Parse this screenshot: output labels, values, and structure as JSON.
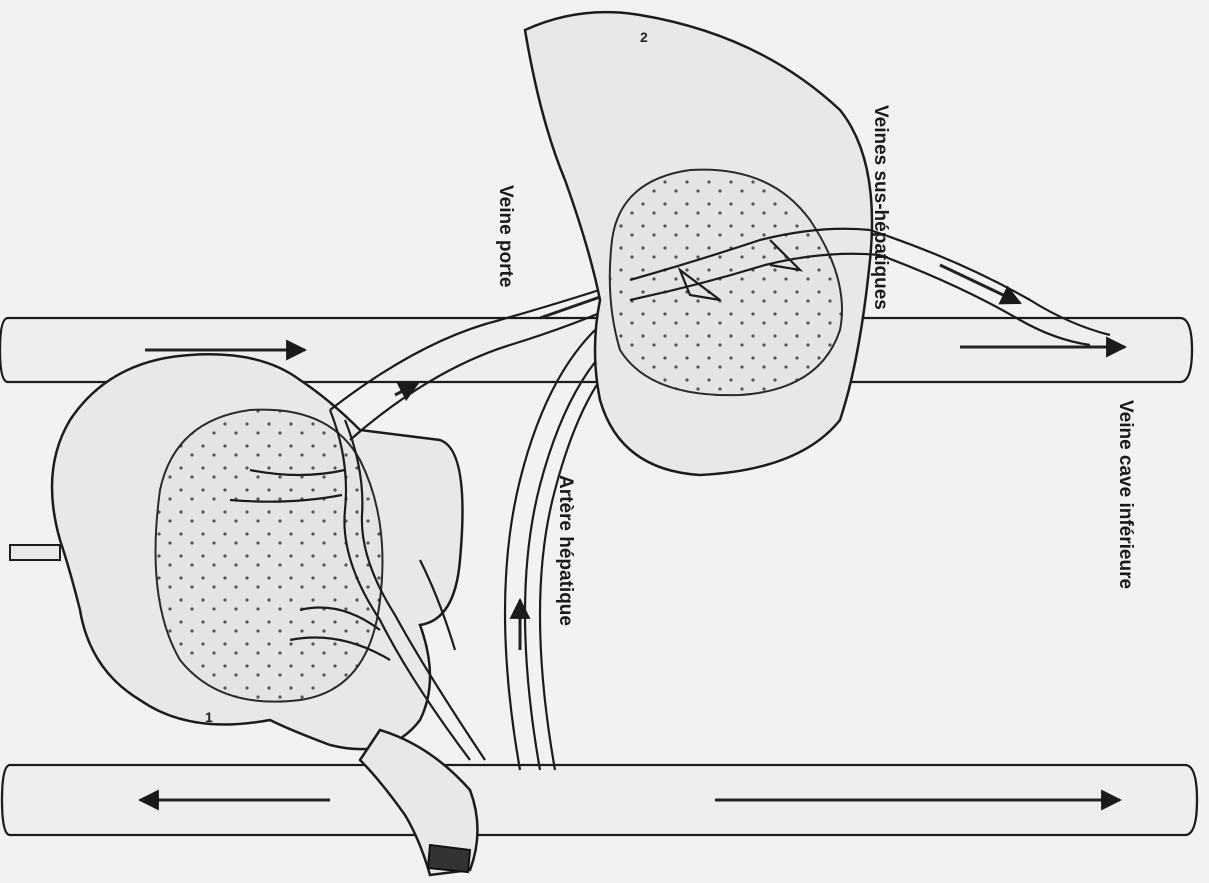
{
  "labels": {
    "veine_porte": "Veine porte",
    "veines_sus_hepatiques": "Veines sus-hépatiques",
    "artere_hepatique": "Artère hépatique",
    "veine_cave_inferieure": "Veine cave inférieure"
  },
  "markers": {
    "liver_number": "2",
    "intestine_number": "1"
  }
}
